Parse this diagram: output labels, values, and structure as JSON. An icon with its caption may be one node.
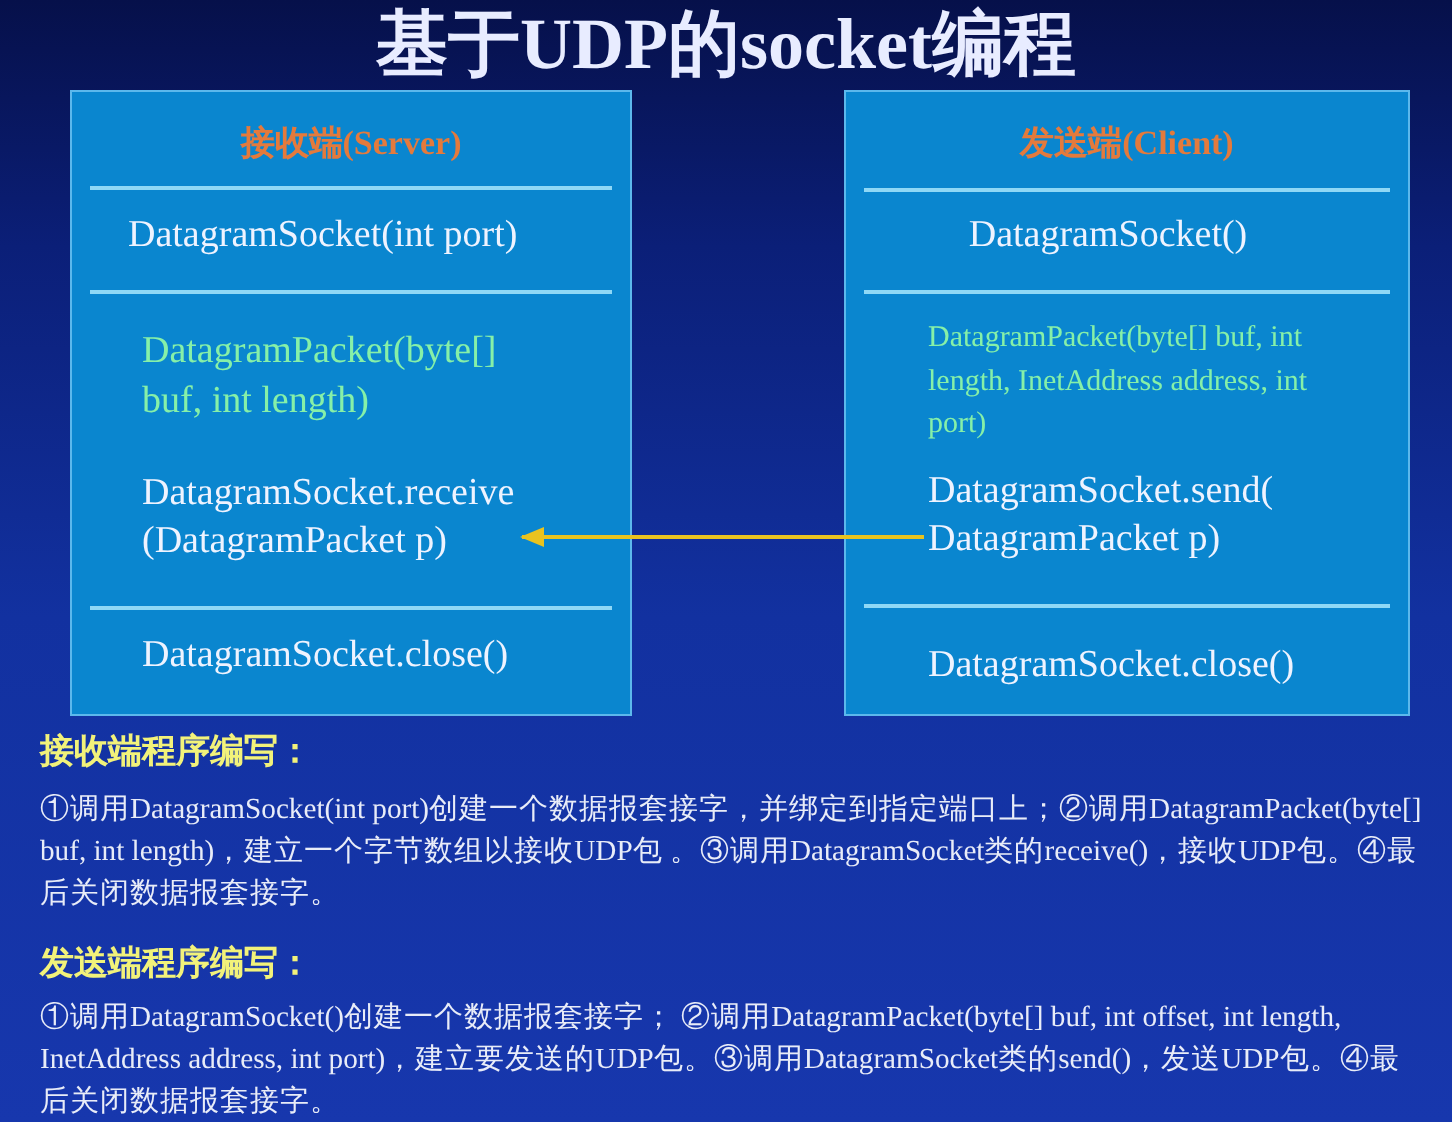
{
  "diagram": {
    "title": "基于UDP的socket编程",
    "nodes": [
      {
        "text": [
          "接收端(Server)"
        ]
      },
      {
        "text": [
          "DatagramSocket(int port)"
        ],
        "in": 0
      },
      {
        "text": [
          "DatagramPacket(byte[] buf, int length)"
        ],
        "in": 0
      },
      {
        "text": [
          "DatagramSocket.receive (DatagramPacket p)"
        ],
        "in": 0
      },
      {
        "text": [
          "DatagramSocket.close()"
        ],
        "in": 0
      },
      {
        "text": [
          "发送端(Client)"
        ]
      },
      {
        "text": [
          "DatagramSocket()"
        ],
        "in": 5
      },
      {
        "text": [
          "DatagramPacket(byte[] buf, int length, InetAddress address, int port)"
        ],
        "in": 5
      },
      {
        "text": [
          "DatagramSocket.send( DatagramPacket p)"
        ],
        "in": 5
      },
      {
        "text": [
          "DatagramSocket.close()"
        ],
        "in": 5
      }
    ],
    "edges": [
      {
        "from": 8,
        "to": 3,
        "arrow": "to"
      }
    ],
    "labels": [
      "接收端程序编写：",
      "①调用DatagramSocket(int port)创建一个数据报套接字，并绑定到指定端口上；②调用DatagramPacket(byte[] buf, int length)，建立一个字节数组以接收UDP包 。③调用DatagramSocket类的receive()，接收UDP包。④最后关闭数据报套接字。",
      "发送端程序编写：",
      "①调用DatagramSocket()创建一个数据报套接字； ②调用DatagramPacket(byte[] buf, int offset, int length, InetAddress address, int port)，建立要发送的UDP包。③调用DatagramSocket类的send()，发送UDP包。④最后关闭数据报套接字。"
    ]
  }
}
